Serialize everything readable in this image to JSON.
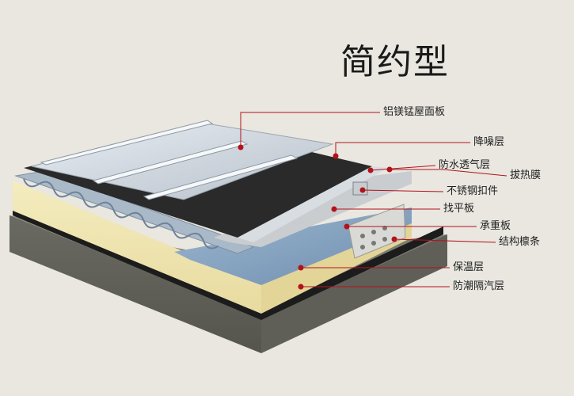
{
  "title": "简约型",
  "accent_color": "#b3121b",
  "labels": [
    {
      "id": "aluminum-panel",
      "text": "铝镁锰屋面板"
    },
    {
      "id": "noise-layer",
      "text": "降噪层"
    },
    {
      "id": "breathable-membrane",
      "text": "防水透气层"
    },
    {
      "id": "heat-film",
      "text": "拔热膜"
    },
    {
      "id": "steel-clip",
      "text": "不锈钢扣件"
    },
    {
      "id": "leveling-board",
      "text": "找平板"
    },
    {
      "id": "bearing-board",
      "text": "承重板"
    },
    {
      "id": "purlin",
      "text": "结构檩条"
    },
    {
      "id": "insulation",
      "text": "保温层"
    },
    {
      "id": "vapor-barrier",
      "text": "防潮隔汽层"
    }
  ]
}
